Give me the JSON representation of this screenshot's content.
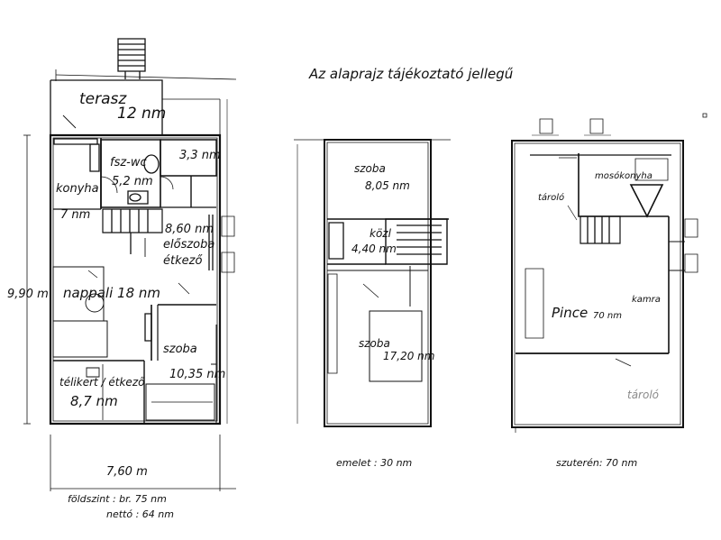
{
  "header": {
    "note": "Az alaprajz tájékoztató jellegű"
  },
  "ground_floor": {
    "rooms": {
      "terasz": "terasz",
      "terasz_area": "12 nm",
      "fsz_wc": "fsz-wc",
      "fsz_wc_area": "5,2 nm",
      "small_room_area": "3,3 nm",
      "konyha": "konyha",
      "konyha_area": "7 nm",
      "eloszoba_area": "8,60 nm",
      "eloszoba": "előszoba",
      "etkezo": "étkező",
      "nappali": "nappali 18 nm",
      "szoba": "szoba",
      "szoba_area": "10,35 nm",
      "telikert": "télikert / étkező",
      "telikert_area": "8,7 nm"
    },
    "dimensions": {
      "height": "9,90 m",
      "width": "7,60 m"
    },
    "summary": {
      "gross": "földszint : br. 75 nm",
      "net": "nettó : 64 nm"
    }
  },
  "upper_floor": {
    "rooms": {
      "szoba1": "szoba",
      "szoba1_area": "8,05 nm",
      "kozl": "közl",
      "kozl_area": "4,40 nm",
      "szoba2": "szoba",
      "szoba2_area": "17,20 nm"
    },
    "caption": "emelet : 30 nm"
  },
  "basement": {
    "rooms": {
      "tarolo1": "tároló",
      "mosokonyha": "mosókonyha",
      "pince": "Pince",
      "pince_area": "70 nm",
      "kamra": "kamra",
      "tarolo2": "tároló"
    },
    "caption": "szuterén: 70 nm"
  },
  "colors": {
    "ink": "#111111",
    "grey_text": "#8a8a8a",
    "fixture": "#333333"
  }
}
